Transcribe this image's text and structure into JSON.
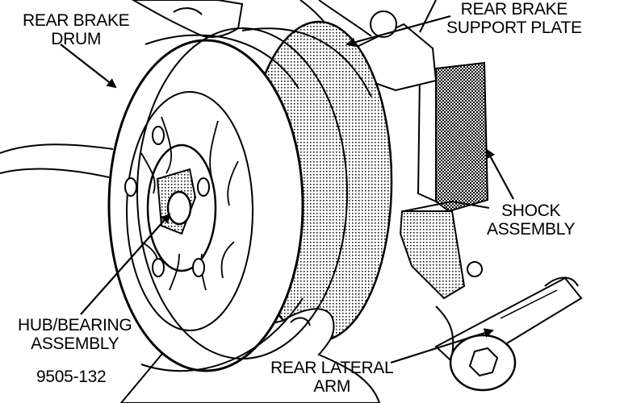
{
  "diagram": {
    "labels": {
      "rear_brake_drum": [
        "REAR BRAKE",
        "DRUM"
      ],
      "rear_brake_support_plate": [
        "REAR BRAKE",
        "SUPPORT PLATE"
      ],
      "shock_assembly": [
        "SHOCK",
        "ASSEMBLY"
      ],
      "hub_bearing_assembly": [
        "HUB/BEARING",
        "ASSEMBLY"
      ],
      "rear_lateral_arm": [
        "REAR LATERAL",
        "ARM"
      ],
      "figure_id": "9505-132"
    }
  }
}
